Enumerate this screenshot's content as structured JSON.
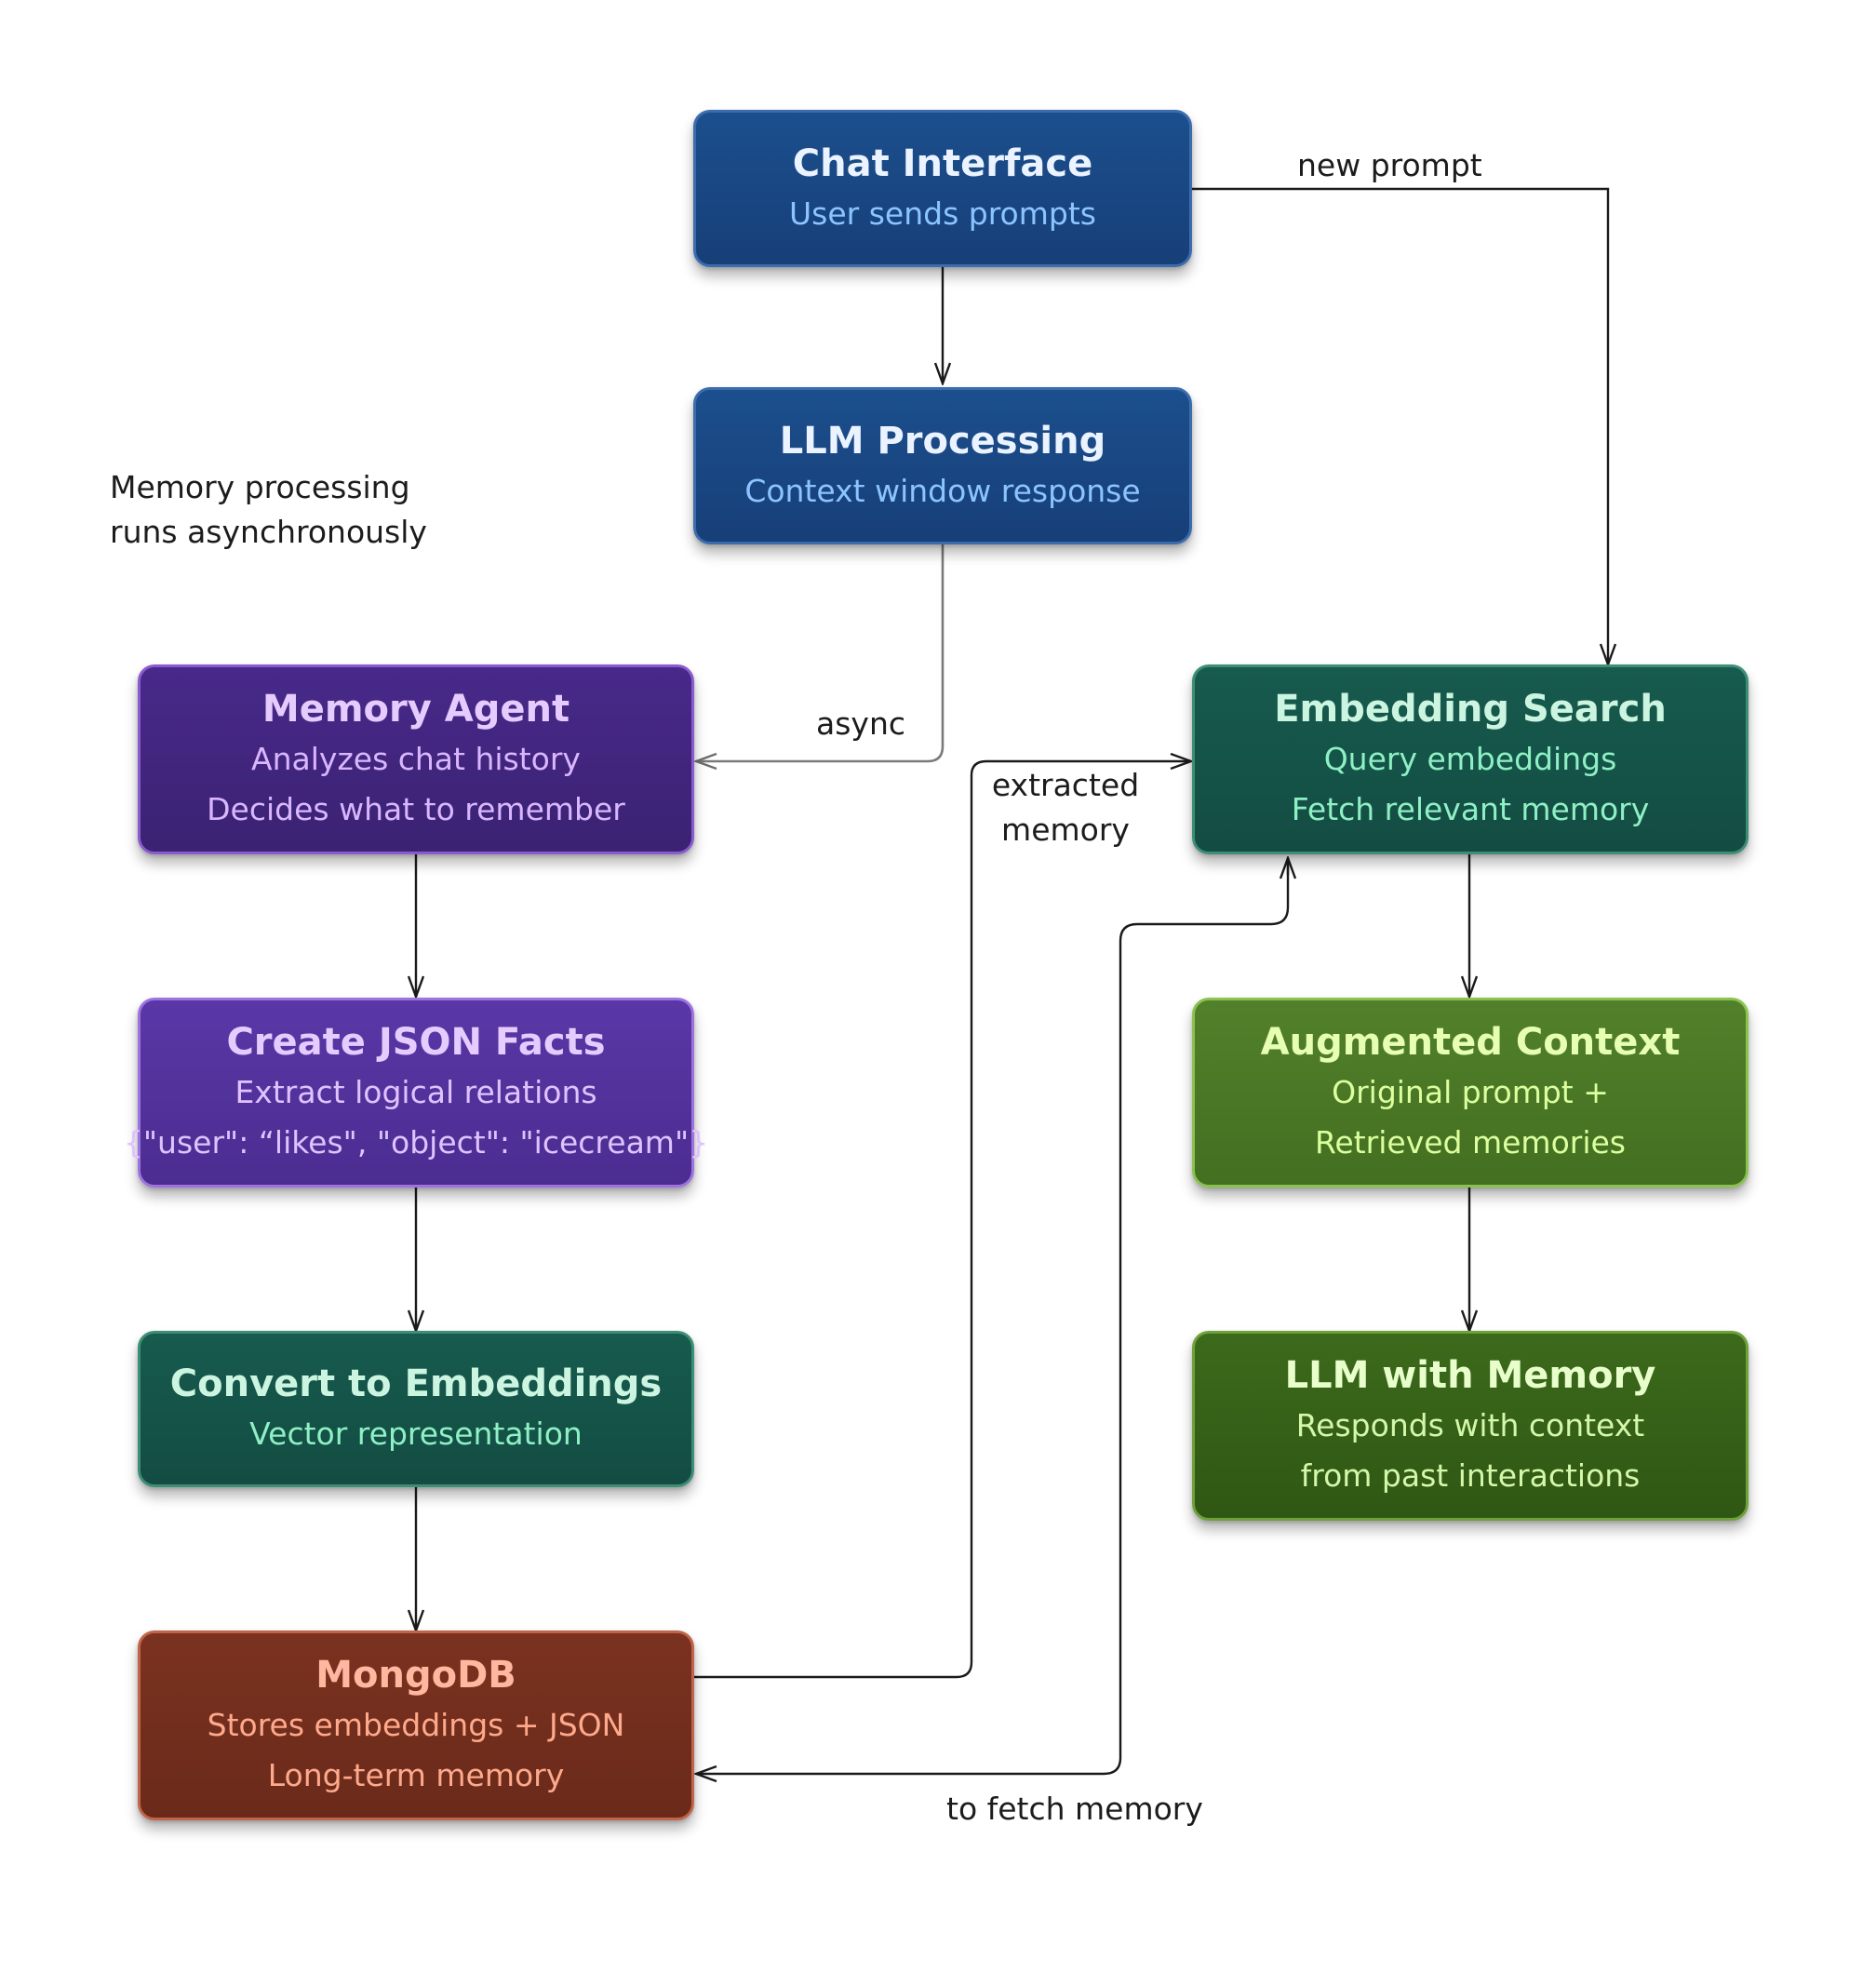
{
  "nodes": {
    "chat_interface": {
      "title": "Chat Interface",
      "lines": [
        "User sends prompts"
      ]
    },
    "llm_processing": {
      "title": "LLM Processing",
      "lines": [
        "Context window response"
      ]
    },
    "memory_agent": {
      "title": "Memory Agent",
      "lines": [
        "Analyzes chat history",
        "Decides what to remember"
      ]
    },
    "create_json_facts": {
      "title": "Create JSON Facts",
      "lines": [
        "Extract logical relations",
        "{\"user\": “likes\", \"object\": \"icecream\"}"
      ]
    },
    "convert_embeddings": {
      "title": "Convert to Embeddings",
      "lines": [
        "Vector representation"
      ]
    },
    "mongodb": {
      "title": "MongoDB",
      "lines": [
        "Stores embeddings + JSON",
        "Long-term memory"
      ]
    },
    "embedding_search": {
      "title": "Embedding Search",
      "lines": [
        "Query embeddings",
        "Fetch relevant memory"
      ]
    },
    "augmented_context": {
      "title": "Augmented Context",
      "lines": [
        "Original prompt +",
        "Retrieved memories"
      ]
    },
    "llm_with_memory": {
      "title": "LLM with Memory",
      "lines": [
        "Responds with context",
        "from past interactions"
      ]
    }
  },
  "edge_labels": {
    "new_prompt": "new prompt",
    "async": "async",
    "extracted_memory": [
      "extracted",
      "memory"
    ],
    "to_fetch_memory": "to fetch memory"
  },
  "note": [
    "Memory processing",
    "runs asynchronously"
  ],
  "colors": {
    "connector": "#1a1a1a",
    "connector_gray": "#7a7a7a",
    "blue": "#1b4f8d",
    "purple": "#4b2d91",
    "teal": "#175b4e",
    "olive": "#52802a",
    "green_dark": "#3c6a1b",
    "brown": "#7b3220"
  }
}
